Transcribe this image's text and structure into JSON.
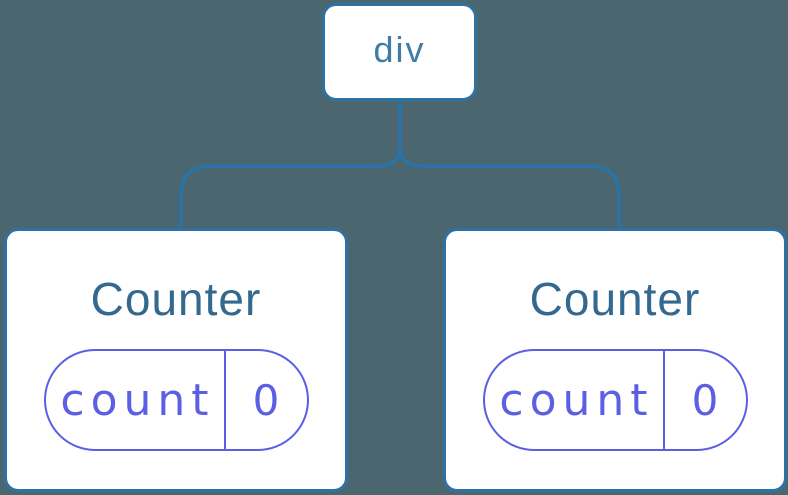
{
  "colors": {
    "bg": "#4c6670",
    "line": "#2d72a3",
    "card-bg": "#ffffff",
    "root-label": "#3f7ca6",
    "counter-title": "#33698f",
    "state-accent": "#5c5ee4"
  },
  "tree": {
    "root": {
      "label": "div"
    },
    "children": [
      {
        "title": "Counter",
        "state": {
          "name": "count",
          "value": "0"
        }
      },
      {
        "title": "Counter",
        "state": {
          "name": "count",
          "value": "0"
        }
      }
    ]
  }
}
